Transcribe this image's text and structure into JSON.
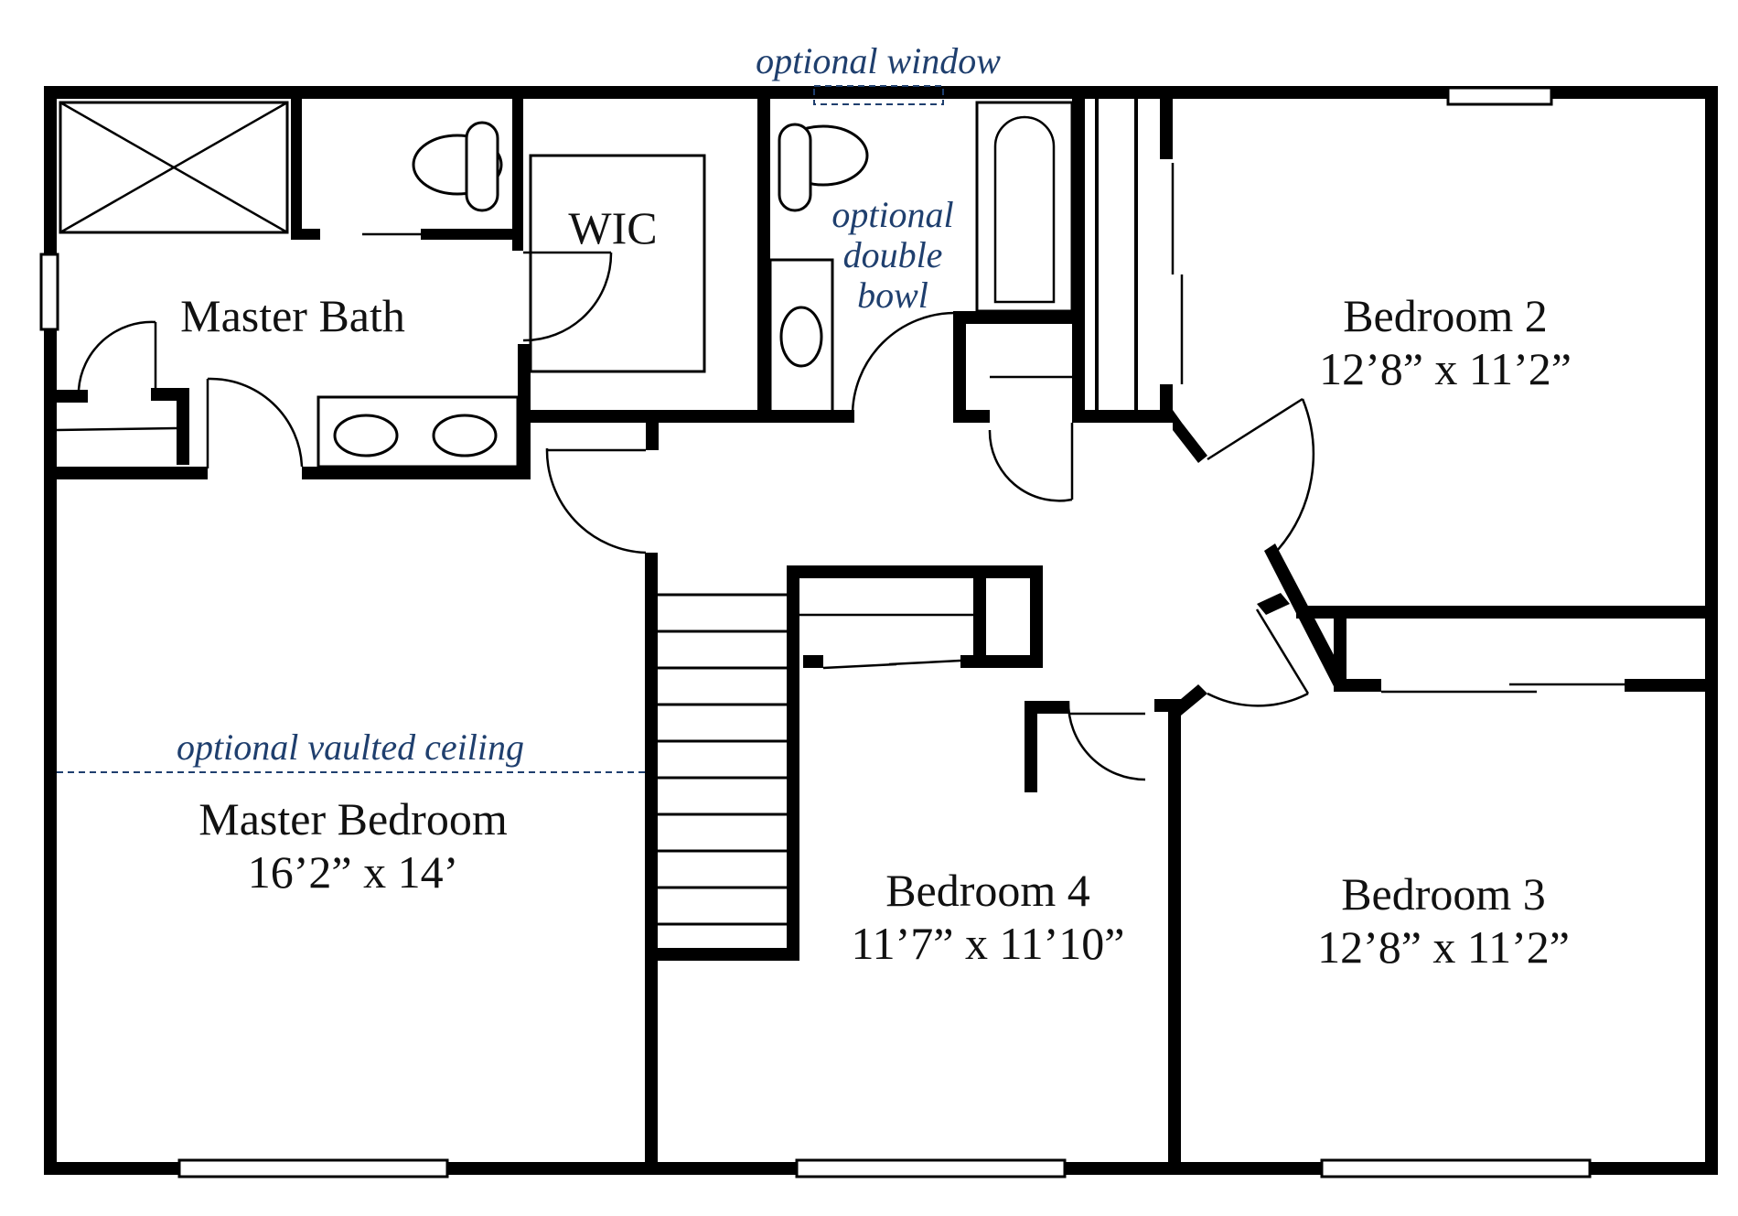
{
  "rooms": {
    "master_bath": {
      "name": "Master Bath"
    },
    "wic": {
      "name": "WIC"
    },
    "master_bedroom": {
      "name": "Master Bedroom",
      "size": "16’2” x 14’"
    },
    "bedroom2": {
      "name": "Bedroom 2",
      "size": "12’8” x 11’2”"
    },
    "bedroom3": {
      "name": "Bedroom 3",
      "size": "12’8” x 11’2”"
    },
    "bedroom4": {
      "name": "Bedroom 4",
      "size": "11’7” x 11’10”"
    }
  },
  "notes": {
    "optional_window": "optional window",
    "optional_double_bowl": [
      "optional",
      "double",
      "bowl"
    ],
    "optional_vaulted_ceiling": "optional vaulted ceiling"
  },
  "colors": {
    "walls": "#000000",
    "notes": "#1f3f6e",
    "background": "#ffffff"
  }
}
